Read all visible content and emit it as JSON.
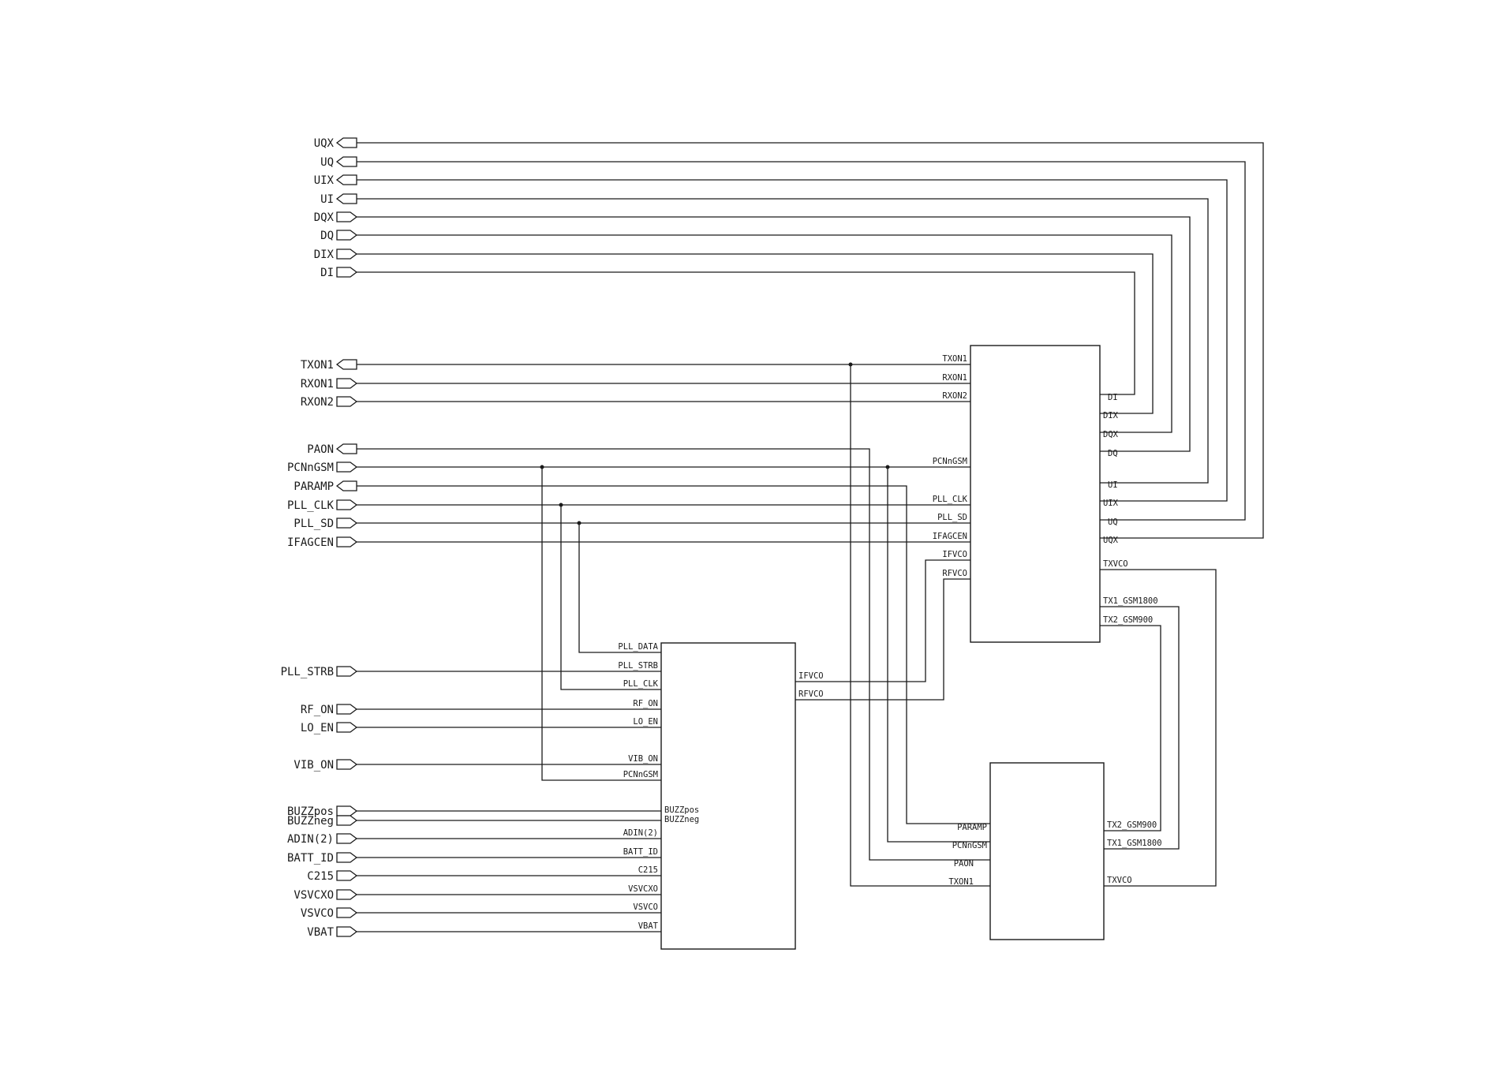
{
  "ports": {
    "uqx": "UQX",
    "uq": "UQ",
    "uix": "UIX",
    "ui": "UI",
    "dqx": "DQX",
    "dq": "DQ",
    "dix": "DIX",
    "di": "DI",
    "txon1": "TXON1",
    "rxon1": "RXON1",
    "rxon2": "RXON2",
    "paon": "PAON",
    "pcnngsm": "PCNnGSM",
    "paramp": "PARAMP",
    "pll_clk": "PLL_CLK",
    "pll_sd": "PLL_SD",
    "ifagcen": "IFAGCEN",
    "pll_strb": "PLL_STRB",
    "rf_on": "RF_ON",
    "lo_en": "LO_EN",
    "vib_on": "VIB_ON",
    "buzzpos": "BUZZpos",
    "buzzneg": "BUZZneg",
    "adin2": "ADIN(2)",
    "batt_id": "BATT_ID",
    "c215": "C215",
    "vsvcxo": "VSVCXO",
    "vsvco": "VSVCO",
    "vbat": "VBAT"
  },
  "chip_rf": {
    "left_pins": {
      "txon1": "TXON1",
      "rxon1": "RXON1",
      "rxon2": "RXON2",
      "pcnngsm": "PCNnGSM",
      "pll_clk": "PLL_CLK",
      "pll_sd": "PLL_SD",
      "ifagcen": "IFAGCEN",
      "ifvco": "IFVCO",
      "rfvco": "RFVCO"
    },
    "right_pins": {
      "di": "DI",
      "dix": "DIX",
      "dqx": "DQX",
      "dq": "DQ",
      "ui": "UI",
      "uix": "UIX",
      "uq": "UQ",
      "uqx": "UQX",
      "txvco": "TXVCO",
      "tx1_gsm1800": "TX1_GSM1800",
      "tx2_gsm900": "TX2_GSM900"
    }
  },
  "chip_ctrl": {
    "left_pins": {
      "pll_data": "PLL_DATA",
      "pll_strb": "PLL_STRB",
      "pll_clk": "PLL_CLK",
      "rf_on": "RF_ON",
      "lo_en": "LO_EN",
      "vib_on": "VIB_ON",
      "pcnngsm": "PCNnGSM",
      "buzzpos": "BUZZpos",
      "buzzneg": "BUZZneg",
      "adin2": "ADIN(2)",
      "batt_id": "BATT_ID",
      "c215": "C215",
      "vsvcxo": "VSVCXO",
      "vsvco": "VSVCO",
      "vbat": "VBAT"
    },
    "right_pins": {
      "ifvco": "IFVCO",
      "rfvco": "RFVCO"
    }
  },
  "chip_pa": {
    "left_pins": {
      "paramp": "PARAMP",
      "pcnngsm": "PCNnGSM",
      "paon": "PAON",
      "txon1": "TXON1"
    },
    "right_pins": {
      "tx2_gsm900": "TX2_GSM900",
      "tx1_gsm1800": "TX1_GSM1800",
      "txvco": "TXVCO"
    }
  }
}
